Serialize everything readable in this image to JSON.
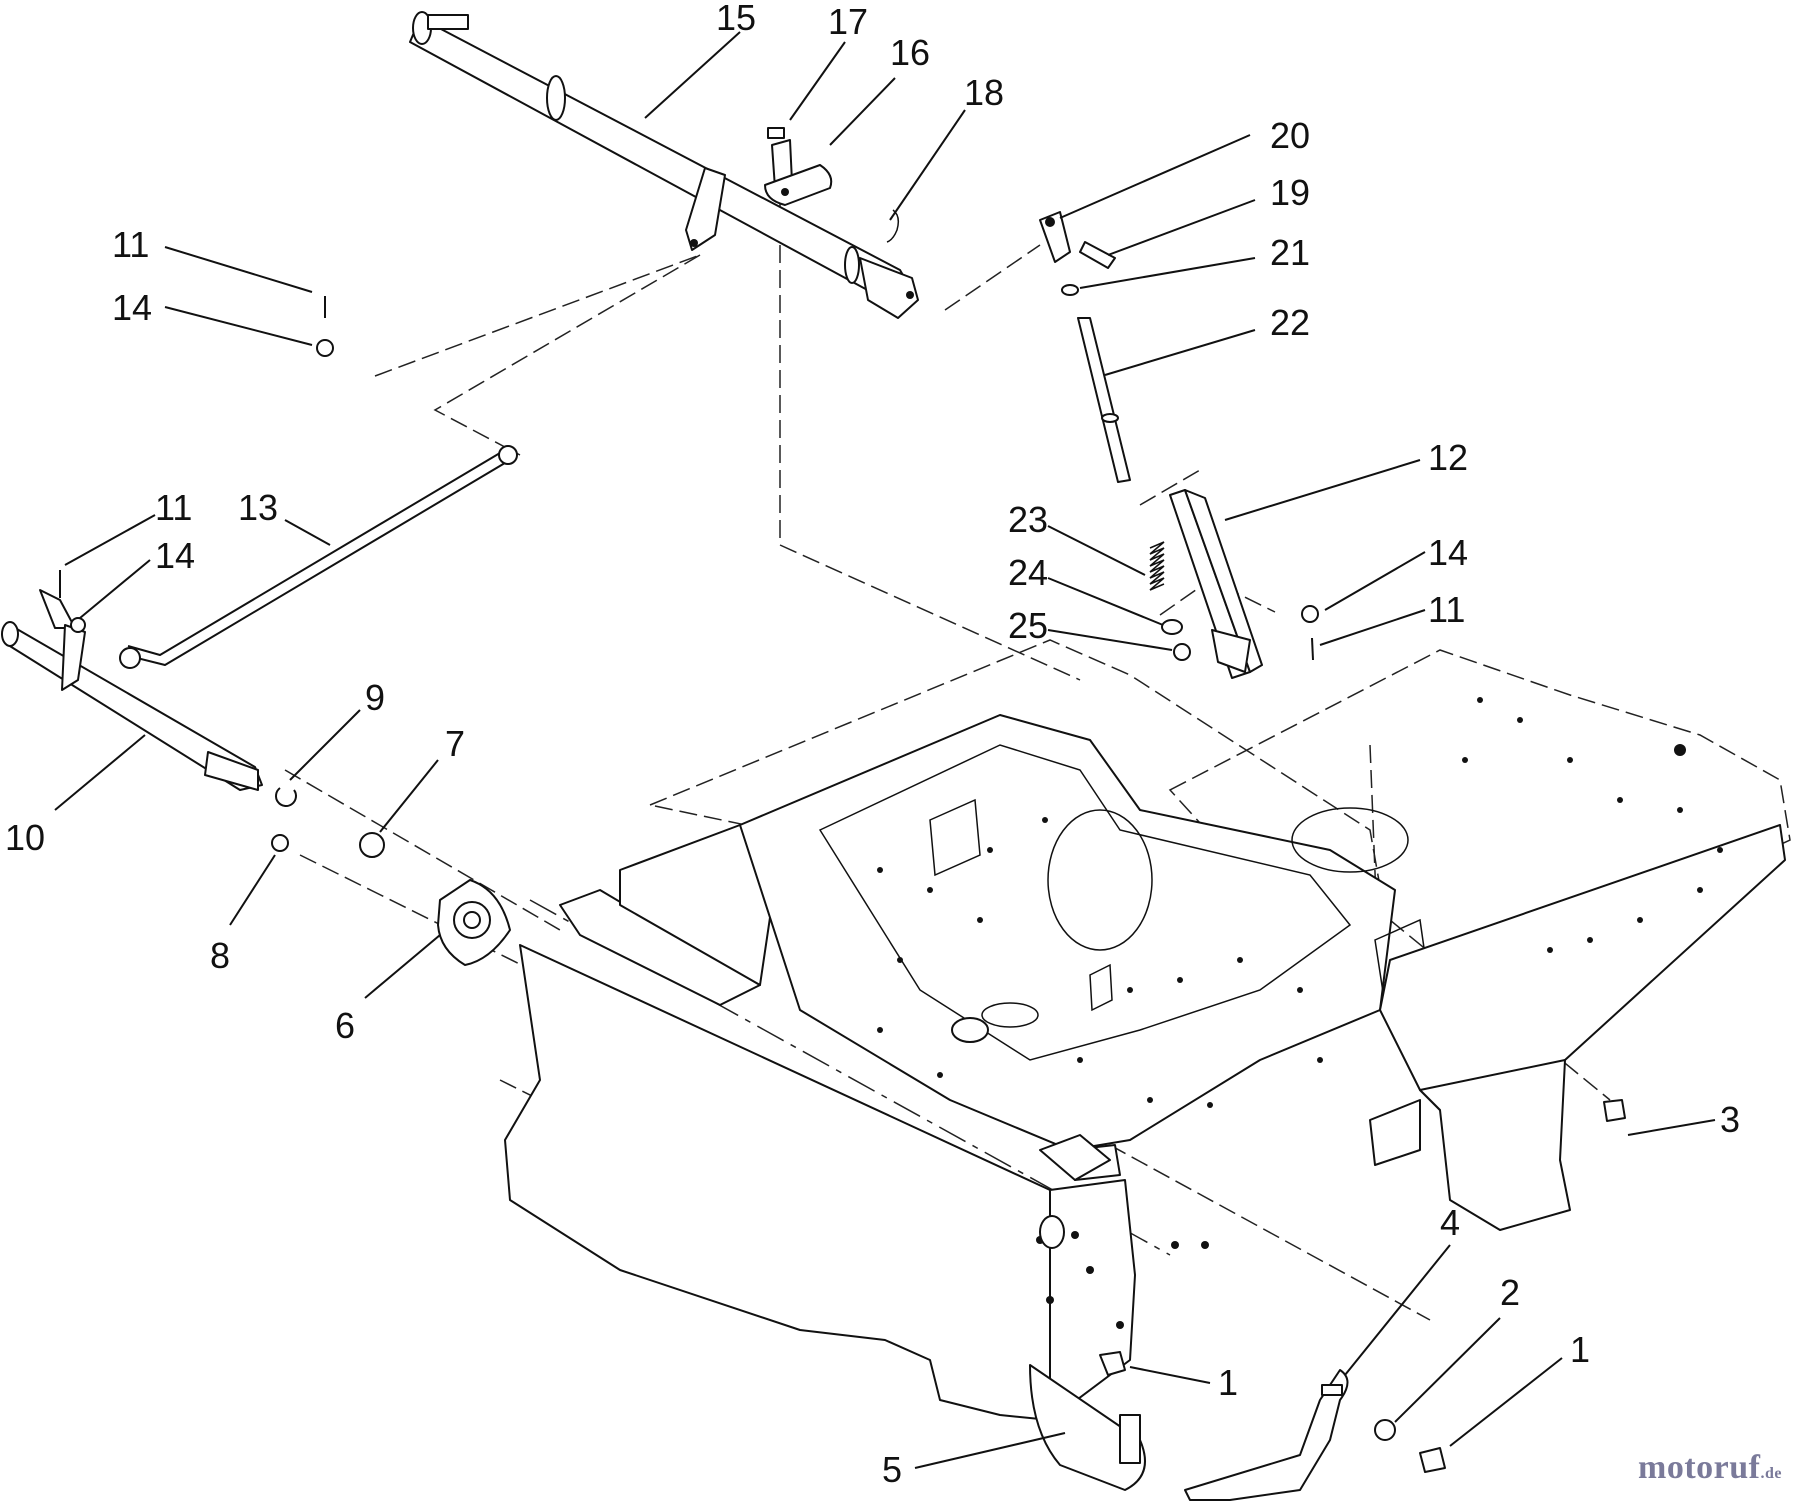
{
  "diagram": {
    "labels": [
      "15",
      "17",
      "16",
      "18",
      "20",
      "19",
      "21",
      "22",
      "11",
      "14",
      "12",
      "23",
      "24",
      "25",
      "14",
      "11",
      "13",
      "11",
      "14",
      "9",
      "7",
      "10",
      "8",
      "6",
      "3",
      "4",
      "2",
      "1",
      "1",
      "5"
    ]
  },
  "watermark": {
    "main": "motoruf",
    "tld": ".de"
  },
  "colors": {
    "line": "#111111",
    "background": "#ffffff",
    "watermark": "#7a7a9a",
    "watermark_accent": "#d98a2a"
  }
}
